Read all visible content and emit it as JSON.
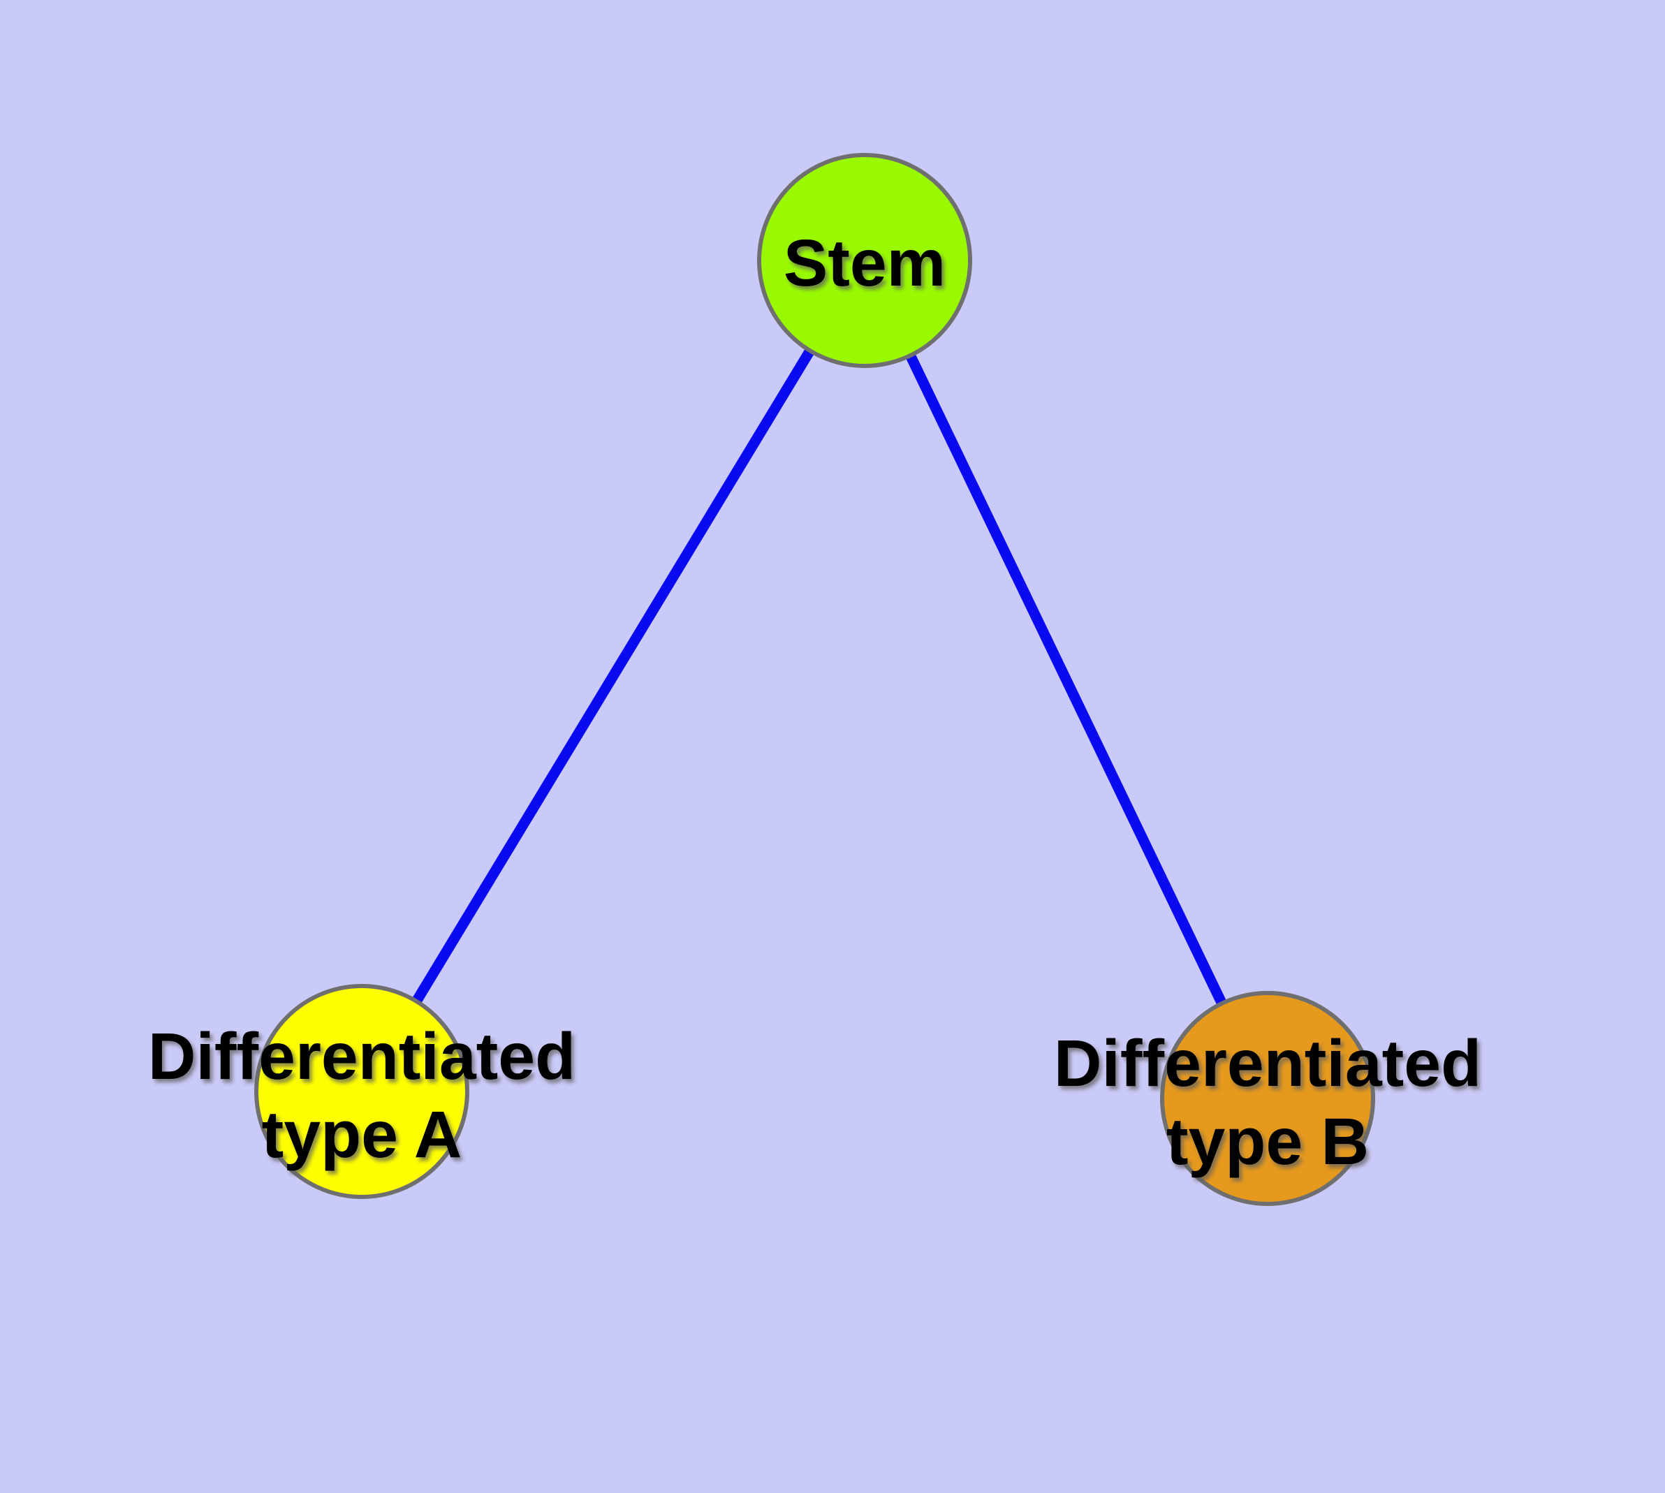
{
  "canvas": {
    "background": "#cacaf8"
  },
  "diagram": {
    "type": "node-link-graph",
    "description": "Cell differentiation hierarchy: a stem node connected to two differentiated cell type nodes",
    "edge_color": "#0a0af0",
    "node_border_color": "#6f6f6f",
    "label_color": "#000000",
    "nodes": {
      "stem": {
        "label": "Stem",
        "fill": "#99fa00"
      },
      "typeA": {
        "label_line1": "Differentiated",
        "label_line2": "type A",
        "fill": "#fefe00"
      },
      "typeB": {
        "label_line1": "Differentiated",
        "label_line2": "type B",
        "fill": "#e5991d"
      }
    },
    "edges": [
      {
        "from": "Stem",
        "to": "Differentiated type A"
      },
      {
        "from": "Stem",
        "to": "Differentiated type B"
      }
    ]
  }
}
